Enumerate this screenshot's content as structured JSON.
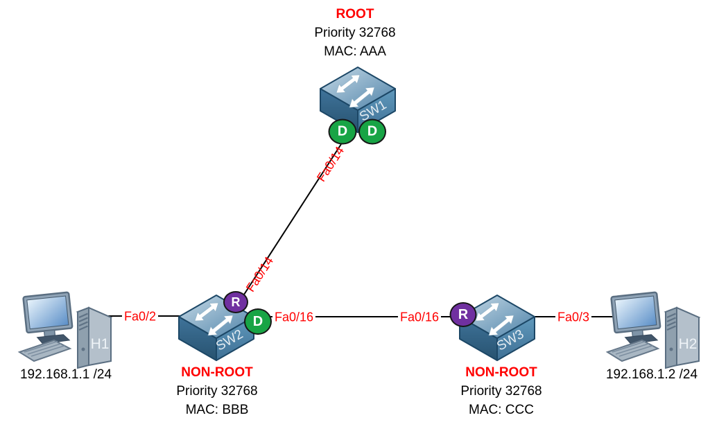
{
  "nodes": {
    "sw1": {
      "label": "SW1",
      "role": "ROOT",
      "priority": "Priority 32768",
      "mac": "MAC: AAA",
      "stp_ports": [
        "D",
        "D"
      ]
    },
    "sw2": {
      "label": "SW2",
      "role": "NON-ROOT",
      "priority": "Priority 32768",
      "mac": "MAC: BBB",
      "stp_ports": [
        "R",
        "D"
      ]
    },
    "sw3": {
      "label": "SW3",
      "role": "NON-ROOT",
      "priority": "Priority 32768",
      "mac": "MAC: CCC",
      "stp_ports": [
        "R"
      ]
    },
    "h1": {
      "label": "H1",
      "ip": "192.168.1.1 /24"
    },
    "h2": {
      "label": "H2",
      "ip": "192.168.1.2 /24"
    }
  },
  "links": [
    {
      "from": "SW1",
      "to": "SW2",
      "labels": [
        "Fa0/14",
        "Fa0/14"
      ]
    },
    {
      "from": "SW2",
      "to": "SW3",
      "labels": [
        "Fa0/16",
        "Fa0/16"
      ]
    },
    {
      "from": "H1",
      "to": "SW2",
      "labels": [
        "Fa0/2"
      ]
    },
    {
      "from": "SW3",
      "to": "H2",
      "labels": [
        "Fa0/3"
      ]
    }
  ],
  "colors": {
    "port_label_red": "#ff0000",
    "role_label_red": "#ff0000",
    "designated_green": "#18a445",
    "root_purple": "#7030a0",
    "link_black": "#000000",
    "switch_blue": "#4a7ea5"
  }
}
